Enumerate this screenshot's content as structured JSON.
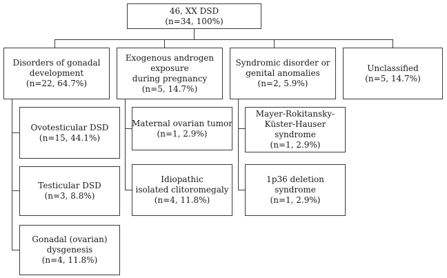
{
  "root": {
    "title": "46, XX DSD",
    "count": "(n=34, 100%)"
  },
  "categories": [
    {
      "label": "Disorders of gonadal\ndevelopment",
      "count": "(n=22, 64.7%)"
    },
    {
      "label": "Exogenous androgen\nexposure\nduring pregnancy",
      "count": "(n=5, 14.7%)"
    },
    {
      "label": "Syndromic disorder or\ngenital anomalies",
      "count": "(n=2, 5.9%)"
    },
    {
      "label": "Unclassified",
      "count": "(n=5, 14.7%)"
    }
  ],
  "gonadal": [
    {
      "label": "Ovotesticular DSD",
      "count": "(n=15, 44.1%)"
    },
    {
      "label": "Testicular DSD",
      "count": "(n=3, 8.8%)"
    },
    {
      "label": "Gonadal (ovarian)\ndysgenesis",
      "count": "(n=4, 11.8%)"
    }
  ],
  "exogenous": [
    {
      "label": "Maternal ovarian tumor",
      "count": "(n=1, 2.9%)"
    },
    {
      "label": "Idiopathic\nisolated clitoromegaly",
      "count": "(n=4, 11.8%)"
    }
  ],
  "syndromic": [
    {
      "label": "Mayer-Rokitansky-\nKüster-Hauser\nsyndrome",
      "count": "(n=1, 2.9%)"
    },
    {
      "label": "1p36 deletion\nsyndrome",
      "count": "(n=1, 2.9%)"
    }
  ]
}
